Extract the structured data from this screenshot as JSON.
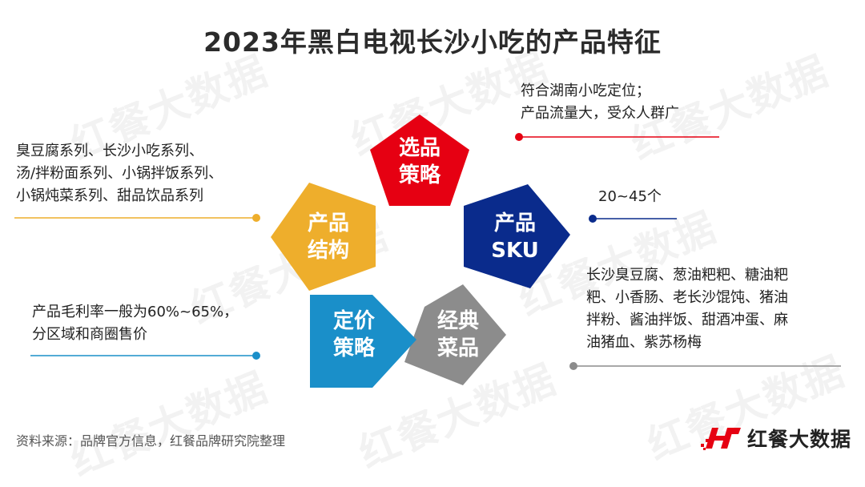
{
  "title": "2023年黑白电视长沙小吃的产品特征",
  "watermark_text": "红餐大数据",
  "colors": {
    "red": "#e60012",
    "navy": "#0a2b8c",
    "gray": "#8c8c8c",
    "blue": "#1a8fc9",
    "yellow": "#eeae2c"
  },
  "shapes": {
    "top": {
      "line1": "选品",
      "line2": "策略"
    },
    "right": {
      "line1": "产品",
      "line2": "SKU"
    },
    "bottom_right": {
      "line1": "经典",
      "line2": "菜品"
    },
    "bottom_left": {
      "line1": "定价",
      "line2": "策略"
    },
    "left": {
      "line1": "产品",
      "line2": "结构"
    }
  },
  "notes": {
    "top_right": [
      "符合湖南小吃定位；",
      "产品流量大，受众人群广"
    ],
    "right": [
      "20~45个"
    ],
    "bottom_right": [
      "长沙臭豆腐、葱油粑粑、糖油粑",
      "粑、小香肠、老长沙馄饨、猪油",
      "拌粉、酱油拌饭、甜酒冲蛋、麻",
      "油猪血、紫苏杨梅"
    ],
    "top_left": [
      "臭豆腐系列、长沙小吃系列、",
      "汤/拌粉面系列、小锅拌饭系列、",
      "小锅炖菜系列、甜品饮品系列"
    ],
    "bottom_left": [
      "产品毛利率一般为60%~65%，",
      "分区域和商圈售价"
    ]
  },
  "source": "资料来源：品牌官方信息，红餐品牌研究院整理",
  "brand": {
    "icon": "hc-logo-icon",
    "name": "红餐大数据"
  }
}
